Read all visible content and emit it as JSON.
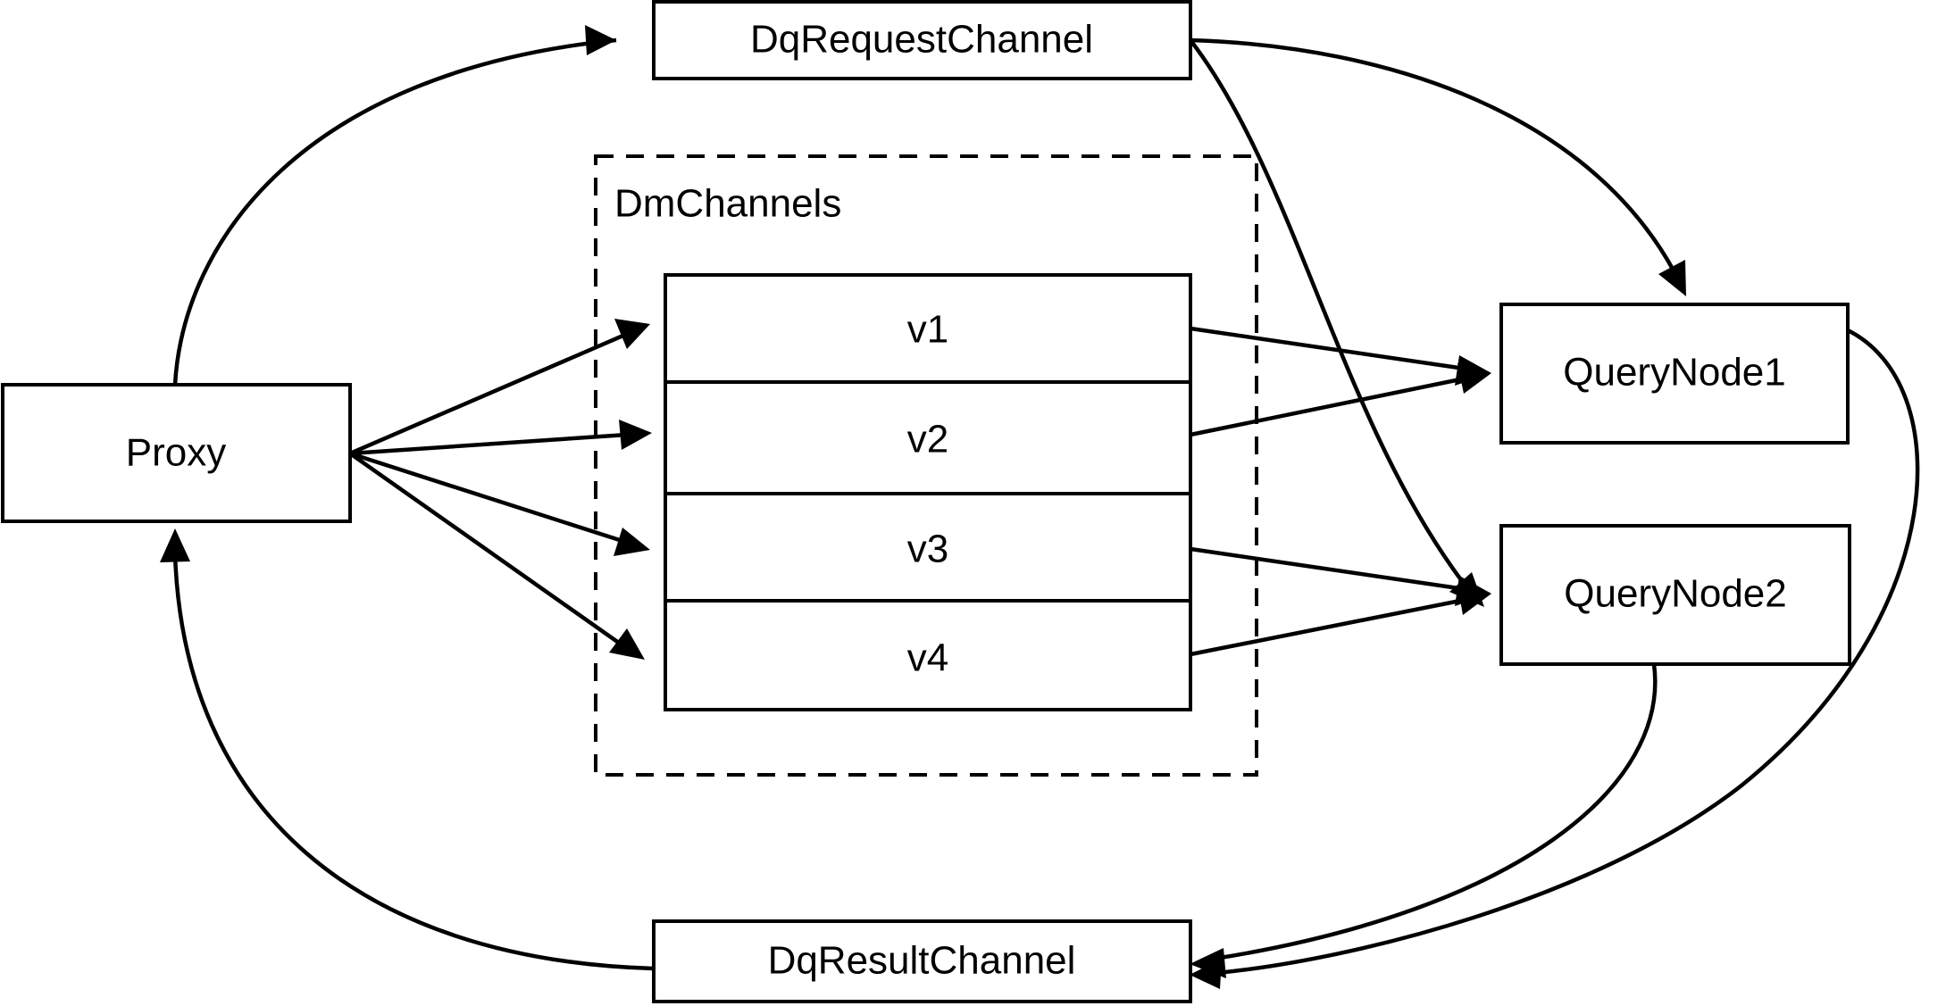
{
  "diagram": {
    "title": "Milvus distributed query flow",
    "background_color": "#ffffff",
    "stroke_color": "#000000",
    "nodes": {
      "proxy": {
        "label": "Proxy"
      },
      "dq_request_channel": {
        "label": "DqRequestChannel"
      },
      "dq_result_channel": {
        "label": "DqResultChannel"
      },
      "query_node_1": {
        "label": "QueryNode1"
      },
      "query_node_2": {
        "label": "QueryNode2"
      }
    },
    "group": {
      "label": "DmChannels",
      "style": "dashed",
      "rows": [
        {
          "label": "v1"
        },
        {
          "label": "v2"
        },
        {
          "label": "v3"
        },
        {
          "label": "v4"
        }
      ]
    },
    "edges": [
      {
        "from": "Proxy",
        "to": "DqRequestChannel"
      },
      {
        "from": "Proxy",
        "to": "v1"
      },
      {
        "from": "Proxy",
        "to": "v2"
      },
      {
        "from": "Proxy",
        "to": "v3"
      },
      {
        "from": "Proxy",
        "to": "v4"
      },
      {
        "from": "DqRequestChannel",
        "to": "QueryNode1"
      },
      {
        "from": "DqRequestChannel",
        "to": "QueryNode2"
      },
      {
        "from": "v1",
        "to": "QueryNode1"
      },
      {
        "from": "v2",
        "to": "QueryNode1"
      },
      {
        "from": "v3",
        "to": "QueryNode2"
      },
      {
        "from": "v4",
        "to": "QueryNode2"
      },
      {
        "from": "QueryNode1",
        "to": "DqResultChannel"
      },
      {
        "from": "QueryNode2",
        "to": "DqResultChannel"
      },
      {
        "from": "DqResultChannel",
        "to": "Proxy"
      }
    ]
  }
}
